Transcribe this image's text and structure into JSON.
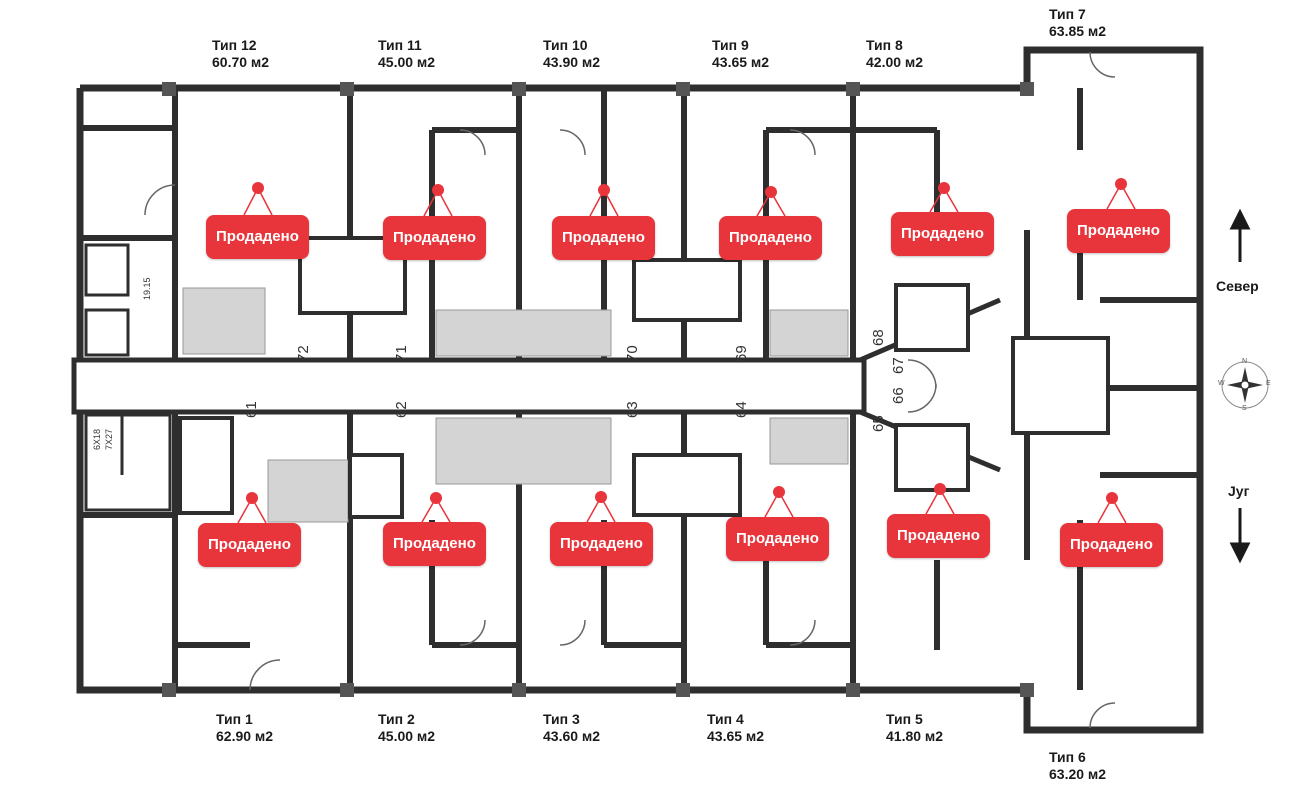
{
  "units": [
    {
      "id": "tip12",
      "type_label": "Тип 12",
      "area": "60.70 м2",
      "status": "Продадено"
    },
    {
      "id": "tip11",
      "type_label": "Тип 11",
      "area": "45.00 м2",
      "status": "Продадено"
    },
    {
      "id": "tip10",
      "type_label": "Тип 10",
      "area": "43.90 м2",
      "status": "Продадено"
    },
    {
      "id": "tip9",
      "type_label": "Тип 9",
      "area": "43.65 м2",
      "status": "Продадено"
    },
    {
      "id": "tip8",
      "type_label": "Тип 8",
      "area": "42.00 м2",
      "status": "Продадено"
    },
    {
      "id": "tip7",
      "type_label": "Тип 7",
      "area": "63.85 м2",
      "status": "Продадено"
    },
    {
      "id": "tip1",
      "type_label": "Тип 1",
      "area": "62.90 м2",
      "status": "Продадено"
    },
    {
      "id": "tip2",
      "type_label": "Тип 2",
      "area": "45.00 м2",
      "status": "Продадено"
    },
    {
      "id": "tip3",
      "type_label": "Тип 3",
      "area": "43.60 м2",
      "status": "Продадено"
    },
    {
      "id": "tip4",
      "type_label": "Тип 4",
      "area": "43.65 м2",
      "status": "Продадено"
    },
    {
      "id": "tip5",
      "type_label": "Тип 5",
      "area": "41.80 м2",
      "status": "Продадено"
    },
    {
      "id": "tip6",
      "type_label": "Тип 6",
      "area": "63.20 м2",
      "status": "Продадено"
    }
  ],
  "door_numbers": [
    "72",
    "71",
    "70",
    "69",
    "68",
    "67",
    "66",
    "65",
    "64",
    "63",
    "62",
    "61"
  ],
  "stair_labels": [
    "19.15",
    "6Х18",
    "7Х27"
  ],
  "compass": {
    "north": "Север",
    "south": "Југ",
    "rose_letters": [
      "N",
      "E",
      "S",
      "W"
    ]
  },
  "colors": {
    "wall": "#2e2e2e",
    "sold": "#e8343b",
    "floor_tile": "#d4d4d4",
    "text": "#1a1a1a"
  }
}
